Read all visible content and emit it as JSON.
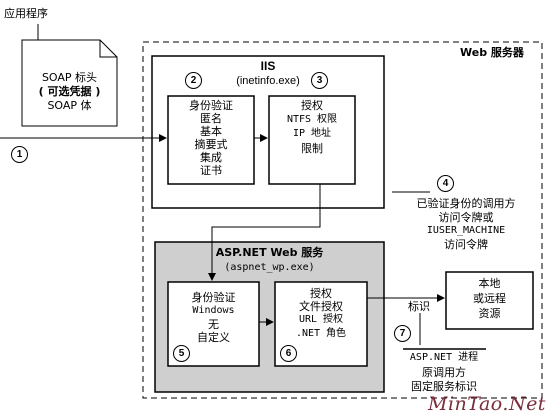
{
  "app_label": "应用程序",
  "soap": {
    "line1": "SOAP 标头",
    "line2": "( 可选凭据 )",
    "line3": "SOAP 体"
  },
  "web_server_label": "Web 服务器",
  "iis": {
    "title": "IIS",
    "process": "(inetinfo.exe)",
    "auth_box": [
      "身份验证",
      "匿名",
      "基本",
      "摘要式",
      "集成",
      "证书"
    ],
    "authz_box": [
      "授权",
      "NTFS 权限",
      "IP 地址",
      "限制"
    ]
  },
  "token_note": [
    "已验证身份的调用方",
    "访问令牌或",
    "IUSER_MACHINE",
    "访问令牌"
  ],
  "aspnet": {
    "title": "ASP.NET Web 服务",
    "process": "(aspnet_wp.exe)",
    "auth_box": [
      "身份验证",
      "Windows",
      "无",
      "自定义"
    ],
    "authz_box": [
      "授权",
      "文件授权",
      "URL 授权",
      ".NET 角色"
    ]
  },
  "resource": [
    "本地",
    "或远程",
    "资源"
  ],
  "identity_label": "标识",
  "identity_note": [
    "ASP.NET 进程",
    "原调用方",
    "固定服务标识"
  ],
  "steps": [
    "1",
    "2",
    "3",
    "4",
    "5",
    "6",
    "7"
  ],
  "watermark": "MinTao.Net"
}
